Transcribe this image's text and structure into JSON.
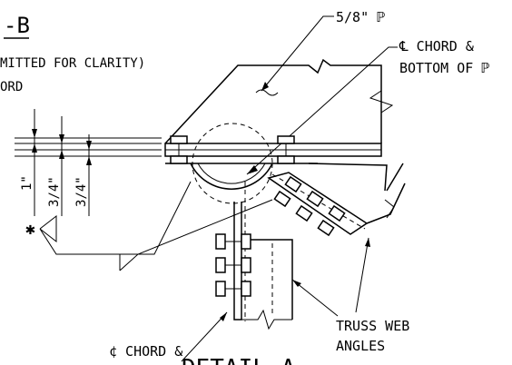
{
  "labels": {
    "section_title": "-B",
    "omitted_note": "MITTED FOR CLARITY)",
    "chord_note": "ORD",
    "plate_label": "5/8\" ℙ",
    "chord_bottom_1": "℄ CHORD &",
    "chord_bottom_2": "BOTTOM OF ℙ",
    "dim_one": "1\"",
    "dim_three_quarter_a": "3/4\"",
    "dim_three_quarter_b": "3/4\"",
    "weld_symbol": "✱",
    "truss_web_1": "TRUSS WEB",
    "truss_web_2": "ANGLES",
    "chord_lower": "¢ CHORD &",
    "detail_title": "DETAIL A"
  }
}
